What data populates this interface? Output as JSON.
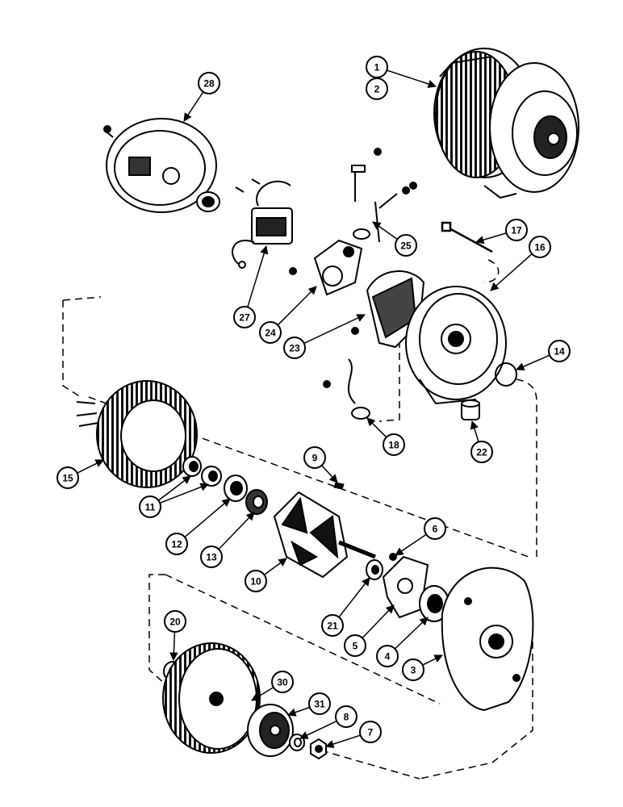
{
  "diagram": {
    "type": "exploded-parts-view",
    "callouts": [
      {
        "id": "c1",
        "label": "1"
      },
      {
        "id": "c2",
        "label": "2"
      },
      {
        "id": "c3",
        "label": "3"
      },
      {
        "id": "c4",
        "label": "4"
      },
      {
        "id": "c5",
        "label": "5"
      },
      {
        "id": "c6",
        "label": "6"
      },
      {
        "id": "c7",
        "label": "7"
      },
      {
        "id": "c8",
        "label": "8"
      },
      {
        "id": "c9",
        "label": "9"
      },
      {
        "id": "c10",
        "label": "10"
      },
      {
        "id": "c11",
        "label": "11"
      },
      {
        "id": "c12",
        "label": "12"
      },
      {
        "id": "c13",
        "label": "13"
      },
      {
        "id": "c14",
        "label": "14"
      },
      {
        "id": "c15",
        "label": "15"
      },
      {
        "id": "c16",
        "label": "16"
      },
      {
        "id": "c17",
        "label": "17"
      },
      {
        "id": "c18",
        "label": "18"
      },
      {
        "id": "c20",
        "label": "20"
      },
      {
        "id": "c21",
        "label": "21"
      },
      {
        "id": "c22",
        "label": "22"
      },
      {
        "id": "c23",
        "label": "23"
      },
      {
        "id": "c24",
        "label": "24"
      },
      {
        "id": "c25",
        "label": "25"
      },
      {
        "id": "c27",
        "label": "27"
      },
      {
        "id": "c28",
        "label": "28"
      },
      {
        "id": "c30",
        "label": "30"
      },
      {
        "id": "c31",
        "label": "31"
      }
    ]
  }
}
